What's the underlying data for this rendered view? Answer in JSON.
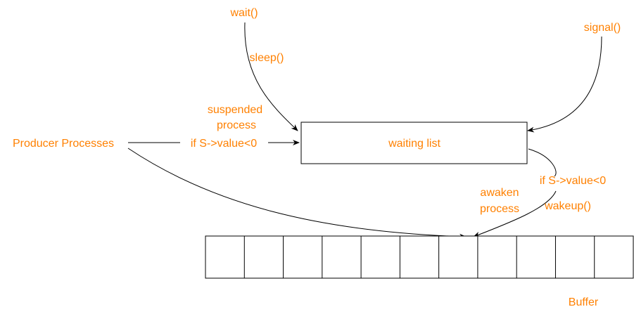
{
  "diagram": {
    "colors": {
      "label": "#ff8000",
      "line": "#000000",
      "background": "#ffffff"
    },
    "labels": {
      "wait": "wait()",
      "sleep": "sleep()",
      "signal": "signal()",
      "suspended_1": "suspended",
      "suspended_2": "process",
      "producer": "Producer Processes",
      "if_left": "if S->value<0",
      "waiting_list": "waiting list",
      "if_right": "if S->value<0",
      "awaken_1": "awaken",
      "awaken_2": "process",
      "wakeup": "wakeup()",
      "buffer": "Buffer"
    },
    "buffer_cells": 11
  }
}
